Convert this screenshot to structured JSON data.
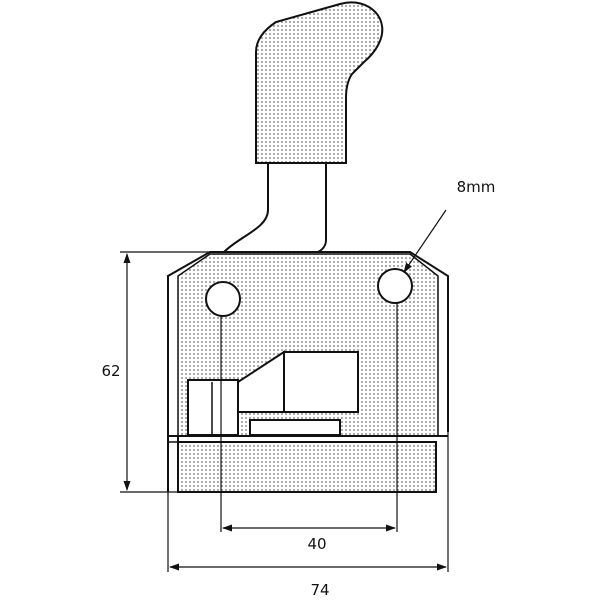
{
  "drawing": {
    "dimensions": {
      "height_label": "62",
      "hole_spacing_label": "40",
      "width_label": "74",
      "hole_diameter_label": "8mm"
    }
  },
  "colors": {
    "line": "#111111",
    "fill_dots": "#8a8a8a",
    "background": "#ffffff"
  }
}
